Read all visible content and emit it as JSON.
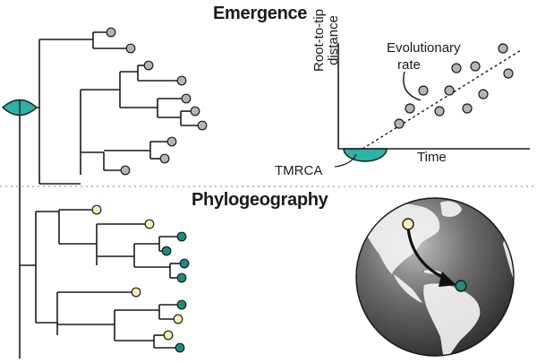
{
  "emergence": {
    "title": "Emergence",
    "chart": {
      "ylabel_line1": "Root-to-tip",
      "ylabel_line2": "distance",
      "xlabel": "Time",
      "annotation_line1": "Evolutionary",
      "annotation_line2": "rate",
      "root_label": "TMRCA"
    }
  },
  "phylogeography": {
    "title": "Phylogeography"
  },
  "colors": {
    "line": "#1a1a1a",
    "tip_gray": "#b5b5b5",
    "tip_cream": "#f7efb5",
    "tip_teal": "#1f8a80",
    "root_teal": "#2bb3a6",
    "divider": "#9a9a9a"
  },
  "chart_data": {
    "type": "scatter",
    "xlabel": "Time",
    "ylabel": "Root-to-tip distance",
    "grid": false
  }
}
